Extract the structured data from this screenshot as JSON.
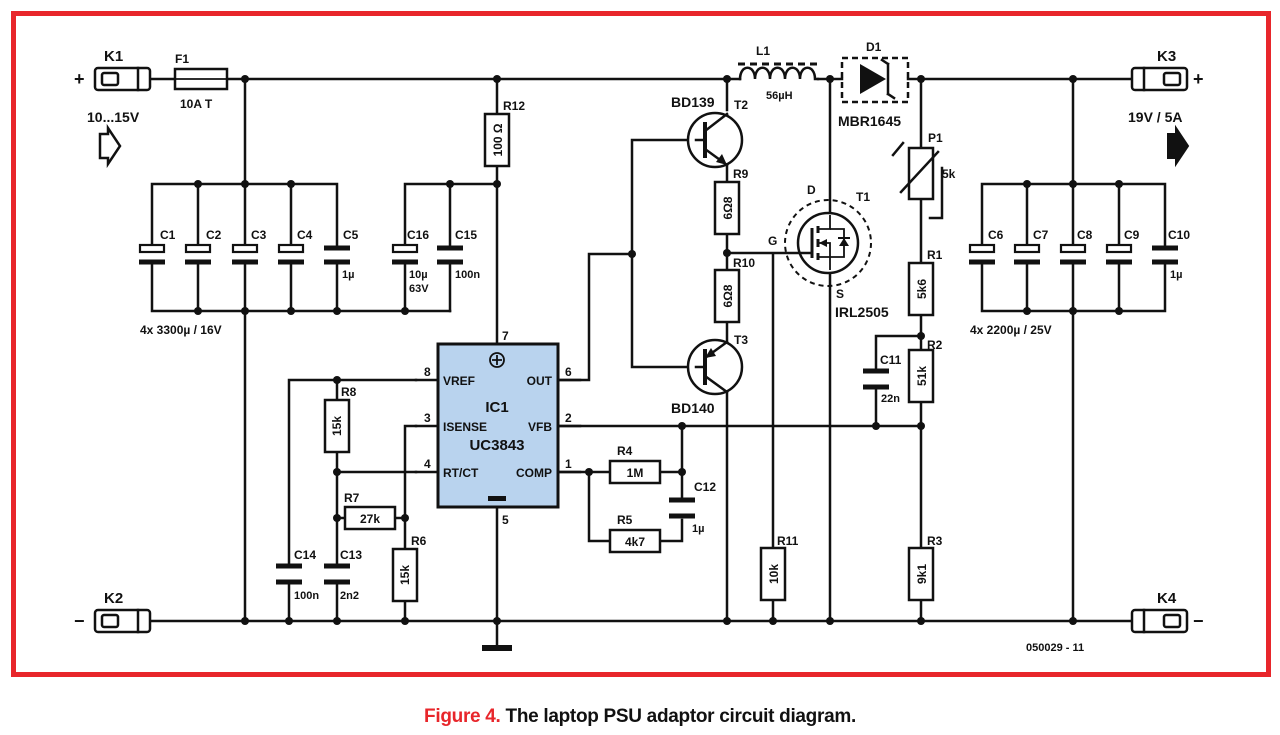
{
  "figure": {
    "caption_lead": "Figure 4.",
    "caption_text": " The laptop PSU adaptor circuit diagram.",
    "ref_number": "050029 - 11"
  },
  "colors": {
    "frame": "#e8262b",
    "ic_fill": "#b9d3ee",
    "ink": "#111111"
  },
  "terminals": {
    "k1": "K1",
    "k2": "K2",
    "k3": "K3",
    "k4": "K4",
    "plus": "+",
    "minus": "−",
    "input_voltage": "10...15V",
    "output_voltage": "19V / 5A"
  },
  "fuse": {
    "name": "F1",
    "rating": "10A  T"
  },
  "inductor": {
    "name": "L1",
    "value": "56µH"
  },
  "diode": {
    "name": "D1",
    "part": "MBR1645"
  },
  "transistors": {
    "t2_name": "T2",
    "t2_part": "BD139",
    "t3_name": "T3",
    "t3_part": "BD140",
    "t1_name": "T1",
    "t1_part": "IRL2505",
    "t1_d": "D",
    "t1_g": "G",
    "t1_s": "S"
  },
  "ic": {
    "name": "IC1",
    "part": "UC3843",
    "pins": {
      "vref": "VREF",
      "isense": "ISENSE",
      "rtct": "RT/CT",
      "out": "OUT",
      "vfb": "VFB",
      "comp": "COMP"
    },
    "pin_numbers": {
      "p7": "7",
      "p8": "8",
      "p3": "3",
      "p4": "4",
      "p6": "6",
      "p2": "2",
      "p1": "1",
      "p5": "5"
    }
  },
  "resistors": {
    "r12": {
      "name": "R12",
      "value": "100 Ω"
    },
    "r9": {
      "name": "R9",
      "value": "6Ω8"
    },
    "r10": {
      "name": "R10",
      "value": "6Ω8"
    },
    "r8": {
      "name": "R8",
      "value": "15k"
    },
    "r7": {
      "name": "R7",
      "value": "27k"
    },
    "r6": {
      "name": "R6",
      "value": "15k"
    },
    "r4": {
      "name": "R4",
      "value": "1M"
    },
    "r5": {
      "name": "R5",
      "value": "4k7"
    },
    "r11": {
      "name": "R11",
      "value": "10k"
    },
    "r1": {
      "name": "R1",
      "value": "5k6"
    },
    "r2": {
      "name": "R2",
      "value": "51k"
    },
    "r3": {
      "name": "R3",
      "value": "9k1"
    },
    "p1": {
      "name": "P1",
      "value": "5k"
    }
  },
  "capacitors": {
    "c1": "C1",
    "c2": "C2",
    "c3": "C3",
    "c4": "C4",
    "c5": {
      "name": "C5",
      "value": "1µ"
    },
    "c16": {
      "name": "C16",
      "value": "10µ",
      "voltage": "63V"
    },
    "c15": {
      "name": "C15",
      "value": "100n"
    },
    "input_bank": "4x 3300µ / 16V",
    "c6": "C6",
    "c7": "C7",
    "c8": "C8",
    "c9": "C9",
    "c10": {
      "name": "C10",
      "value": "1µ"
    },
    "output_bank": "4x 2200µ / 25V",
    "c11": {
      "name": "C11",
      "value": "22n"
    },
    "c12": {
      "name": "C12",
      "value": "1µ"
    },
    "c14": {
      "name": "C14",
      "value": "100n"
    },
    "c13": {
      "name": "C13",
      "value": "2n2"
    }
  }
}
